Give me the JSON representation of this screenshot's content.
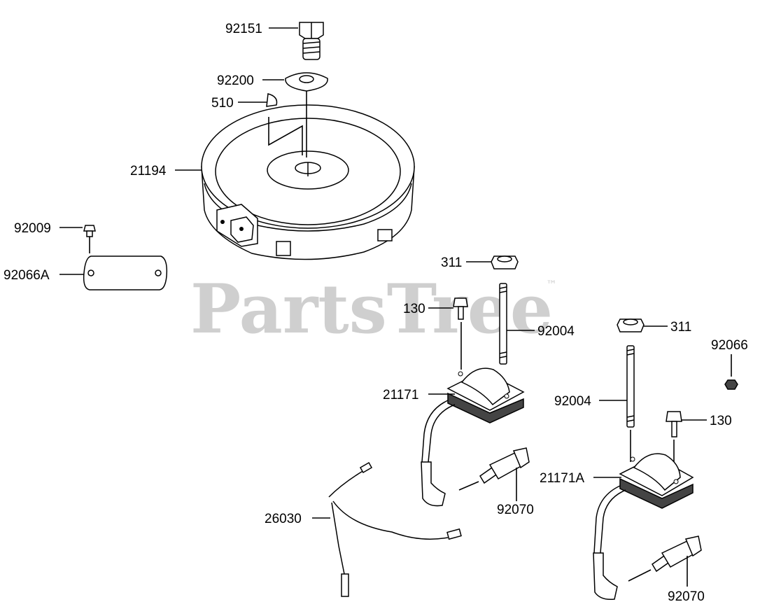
{
  "watermark": {
    "text": "PartsTree",
    "trademark": "™"
  },
  "labels": {
    "p92151": "92151",
    "p92200": "92200",
    "p510": "510",
    "p21194": "21194",
    "p92009": "92009",
    "p92066A": "92066A",
    "p311a": "311",
    "p130a": "130",
    "p92004a": "92004",
    "p21171": "21171",
    "p26030": "26030",
    "p92070a": "92070",
    "p311b": "311",
    "p92066": "92066",
    "p92004b": "92004",
    "p130b": "130",
    "p21171A": "21171A",
    "p92070b": "92070"
  }
}
